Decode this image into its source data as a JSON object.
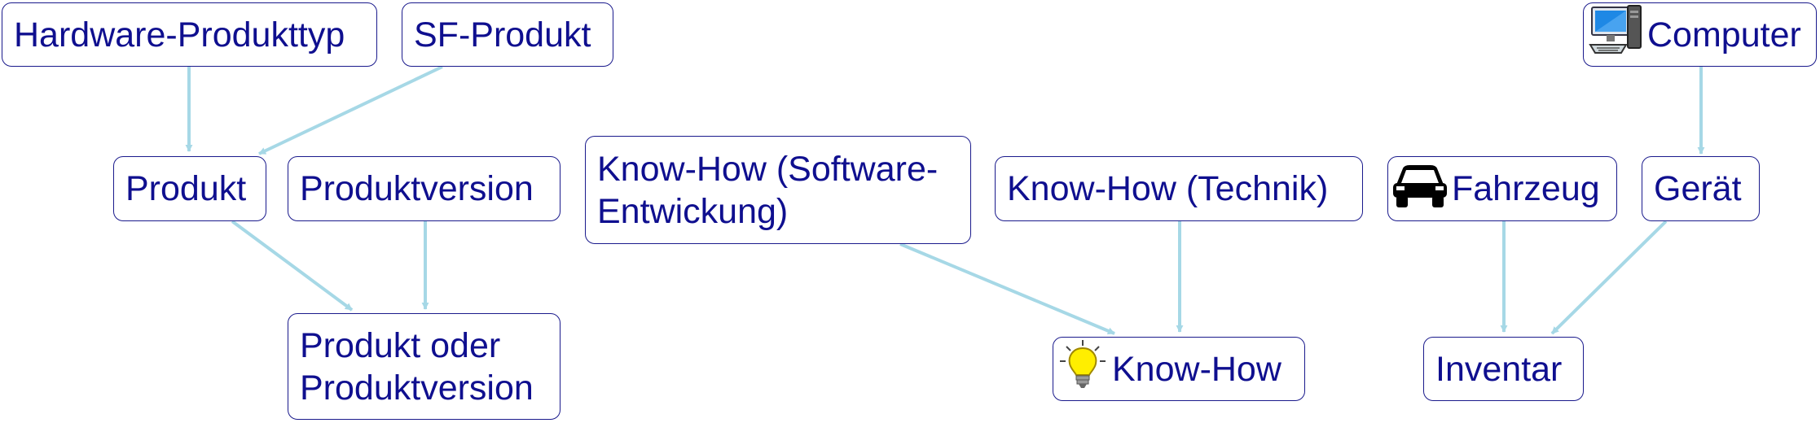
{
  "diagram": {
    "edge_color": "#a6d8e6",
    "node_border_color": "#1a1a8c",
    "text_color": "#0f0f8f",
    "nodes": {
      "hardware_produkttyp": "Hardware-Produkttyp",
      "sf_produkt": "SF-Produkt",
      "computer": "Computer",
      "produkt": "Produkt",
      "produktversion": "Produktversion",
      "know_how_software": "Know-How (Software-Entwickung)",
      "know_how_technik": "Know-How (Technik)",
      "fahrzeug": "Fahrzeug",
      "geraet": "Gerät",
      "produkt_oder_produktversion": "Produkt oder Produktversion",
      "know_how": "Know-How",
      "inventar": "Inventar"
    },
    "icons": {
      "computer": "computer-icon",
      "fahrzeug": "car-icon",
      "know_how": "lightbulb-icon"
    },
    "edges": [
      {
        "from": "Hardware-Produkttyp",
        "to": "Produkt"
      },
      {
        "from": "SF-Produkt",
        "to": "Produkt"
      },
      {
        "from": "Produkt",
        "to": "Produkt oder Produktversion"
      },
      {
        "from": "Produktversion",
        "to": "Produkt oder Produktversion"
      },
      {
        "from": "Know-How (Software-Entwickung)",
        "to": "Know-How"
      },
      {
        "from": "Know-How (Technik)",
        "to": "Know-How"
      },
      {
        "from": "Computer",
        "to": "Gerät"
      },
      {
        "from": "Fahrzeug",
        "to": "Inventar"
      },
      {
        "from": "Gerät",
        "to": "Inventar"
      }
    ]
  }
}
